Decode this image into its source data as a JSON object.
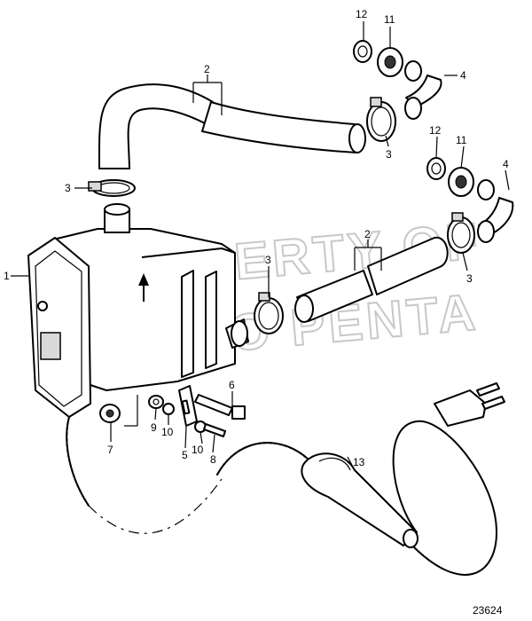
{
  "watermark": {
    "line1": "PROPERTY OF",
    "line2": "VOLVO PENTA"
  },
  "document_number": "23624",
  "callouts": {
    "c1": "1",
    "c2a": "2",
    "c2b": "2",
    "c3a": "3",
    "c3b": "3",
    "c3c": "3",
    "c3d": "3",
    "c4a": "4",
    "c4b": "4",
    "c5": "5",
    "c6": "6",
    "c7": "7",
    "c8": "8",
    "c9": "9",
    "c10a": "10",
    "c10b": "10",
    "c11a": "11",
    "c11b": "11",
    "c12a": "12",
    "c12b": "12",
    "c13": "13"
  }
}
